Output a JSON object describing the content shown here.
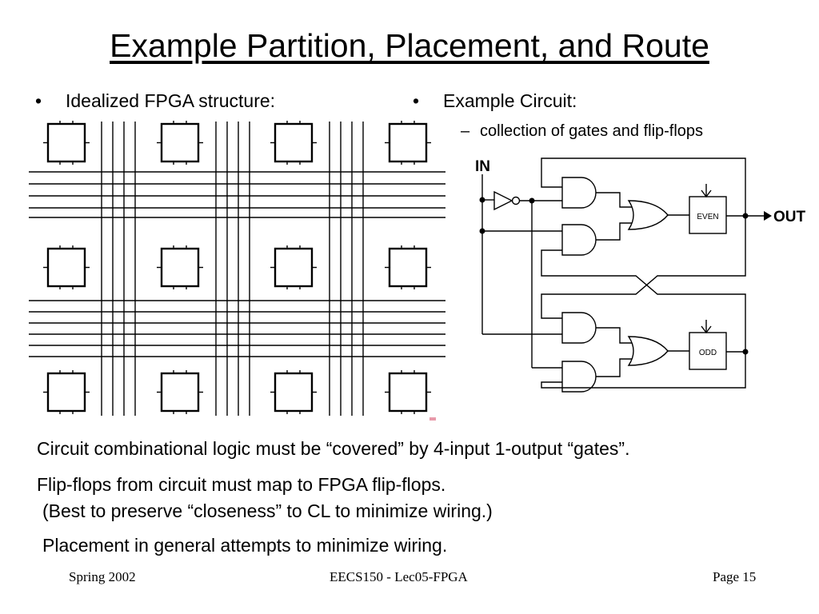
{
  "slide": {
    "title": "Example Partition, Placement, and Route",
    "left_bullet": {
      "bullet": "•",
      "text": "Idealized FPGA structure:"
    },
    "right_bullet": {
      "bullet": "•",
      "text": "Example Circuit:"
    },
    "right_sub": {
      "dash": "–",
      "text": "collection of gates and flip-flops"
    },
    "circuit": {
      "input_label": "IN",
      "output_label": "OUT",
      "even_label": "EVEN",
      "odd_label": "ODD"
    },
    "paragraphs": [
      "Circuit combinational logic must be “covered” by 4-input 1-output “gates”.",
      "Flip-flops from circuit must map to FPGA flip-flops.",
      "(Best to preserve “closeness” to CL to minimize wiring.)",
      "Placement in general attempts to minimize wiring."
    ]
  },
  "footer": {
    "left": "Spring 2002",
    "center": "EECS150 - Lec05-FPGA",
    "right": "Page 15"
  },
  "colors": {
    "text": "#000000",
    "background": "#ffffff"
  }
}
